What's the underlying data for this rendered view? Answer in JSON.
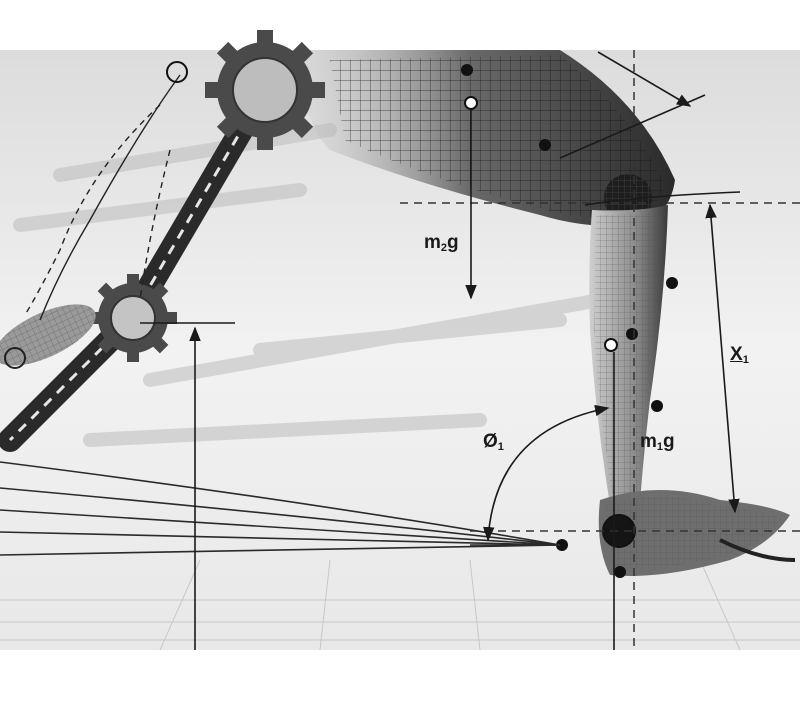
{
  "labels": {
    "m2g": {
      "base": "m",
      "sub": "2",
      "tail": "g"
    },
    "m1g": {
      "base": "m",
      "sub": "1",
      "tail": "g"
    },
    "x1": {
      "base": "X",
      "sub": "1"
    },
    "phi1": {
      "base": "Ø",
      "sub": "1"
    }
  },
  "colors": {
    "background": "#ffffff",
    "band": "#eeeeee",
    "limb": "#3a3a3a",
    "line": "#1a1a1a",
    "gear": "#4a4a4a"
  }
}
